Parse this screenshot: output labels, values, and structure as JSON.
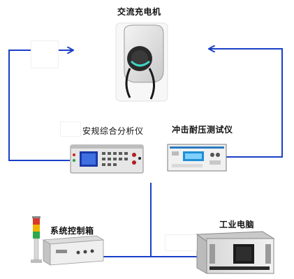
{
  "labels": {
    "charger": "交流充电机",
    "analyzer": "安规综合分析仪",
    "impulse_tester": "冲击耐压测试仪",
    "control_box": "系统控制箱",
    "industrial_pc": "工业电脑"
  },
  "colors": {
    "connector_line": "#1a3fc8",
    "text": "#111111"
  },
  "icons": {
    "charger": "ev-charger-icon",
    "analyzer": "safety-analyzer-icon",
    "impulse_tester": "impulse-tester-icon",
    "control_box": "control-box-icon",
    "industrial_pc": "industrial-pc-icon",
    "tower_light": "tower-light-icon"
  }
}
